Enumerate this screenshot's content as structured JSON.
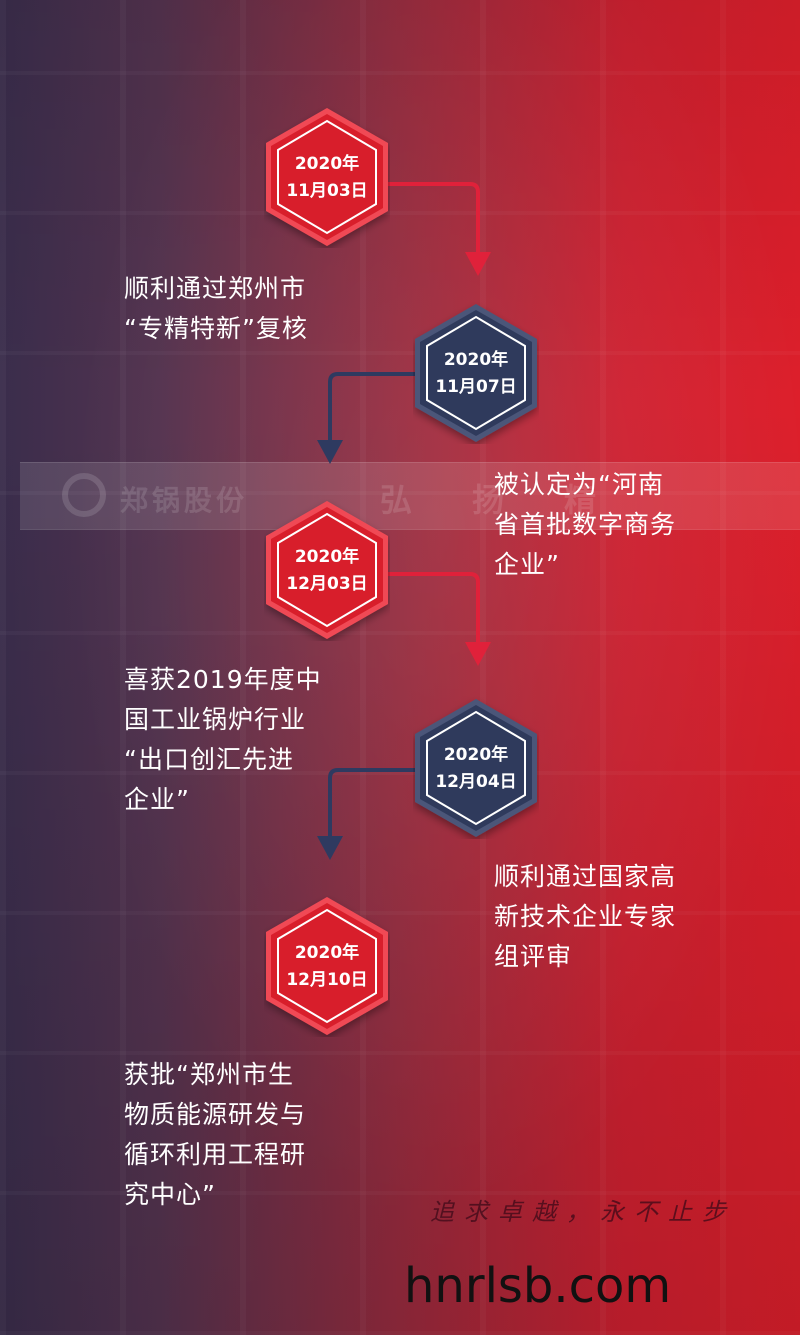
{
  "background": {
    "company_sign": "郑锅股份",
    "slogan_sign": "弘扬精"
  },
  "timeline": [
    {
      "year": "2020年",
      "date": "11月03日",
      "style": "red",
      "lines": [
        "顺利通过郑州市",
        "“专精特新”复核"
      ]
    },
    {
      "year": "2020年",
      "date": "11月07日",
      "style": "navy",
      "lines": [
        "被认定为“河南",
        "省首批数字商务",
        "企业”"
      ]
    },
    {
      "year": "2020年",
      "date": "12月03日",
      "style": "red",
      "lines": [
        "喜获2019年度中",
        "国工业锅炉行业",
        "“出口创汇先进",
        "企业”"
      ]
    },
    {
      "year": "2020年",
      "date": "12月04日",
      "style": "navy",
      "lines": [
        "顺利通过国家高",
        "新技术企业专家",
        "组评审"
      ]
    },
    {
      "year": "2020年",
      "date": "12月10日",
      "style": "red",
      "lines": [
        "获批“郑州市生",
        "物质能源研发与",
        "循环利用工程研",
        "究中心”"
      ]
    }
  ],
  "slogan": "追求卓越，永不止步",
  "watermark": "hnrlsb.com",
  "colors": {
    "red_node": "#d81e2b",
    "navy_node": "#2f3a5c",
    "red_connector": "#e0213a",
    "navy_connector": "#2e3a60"
  }
}
